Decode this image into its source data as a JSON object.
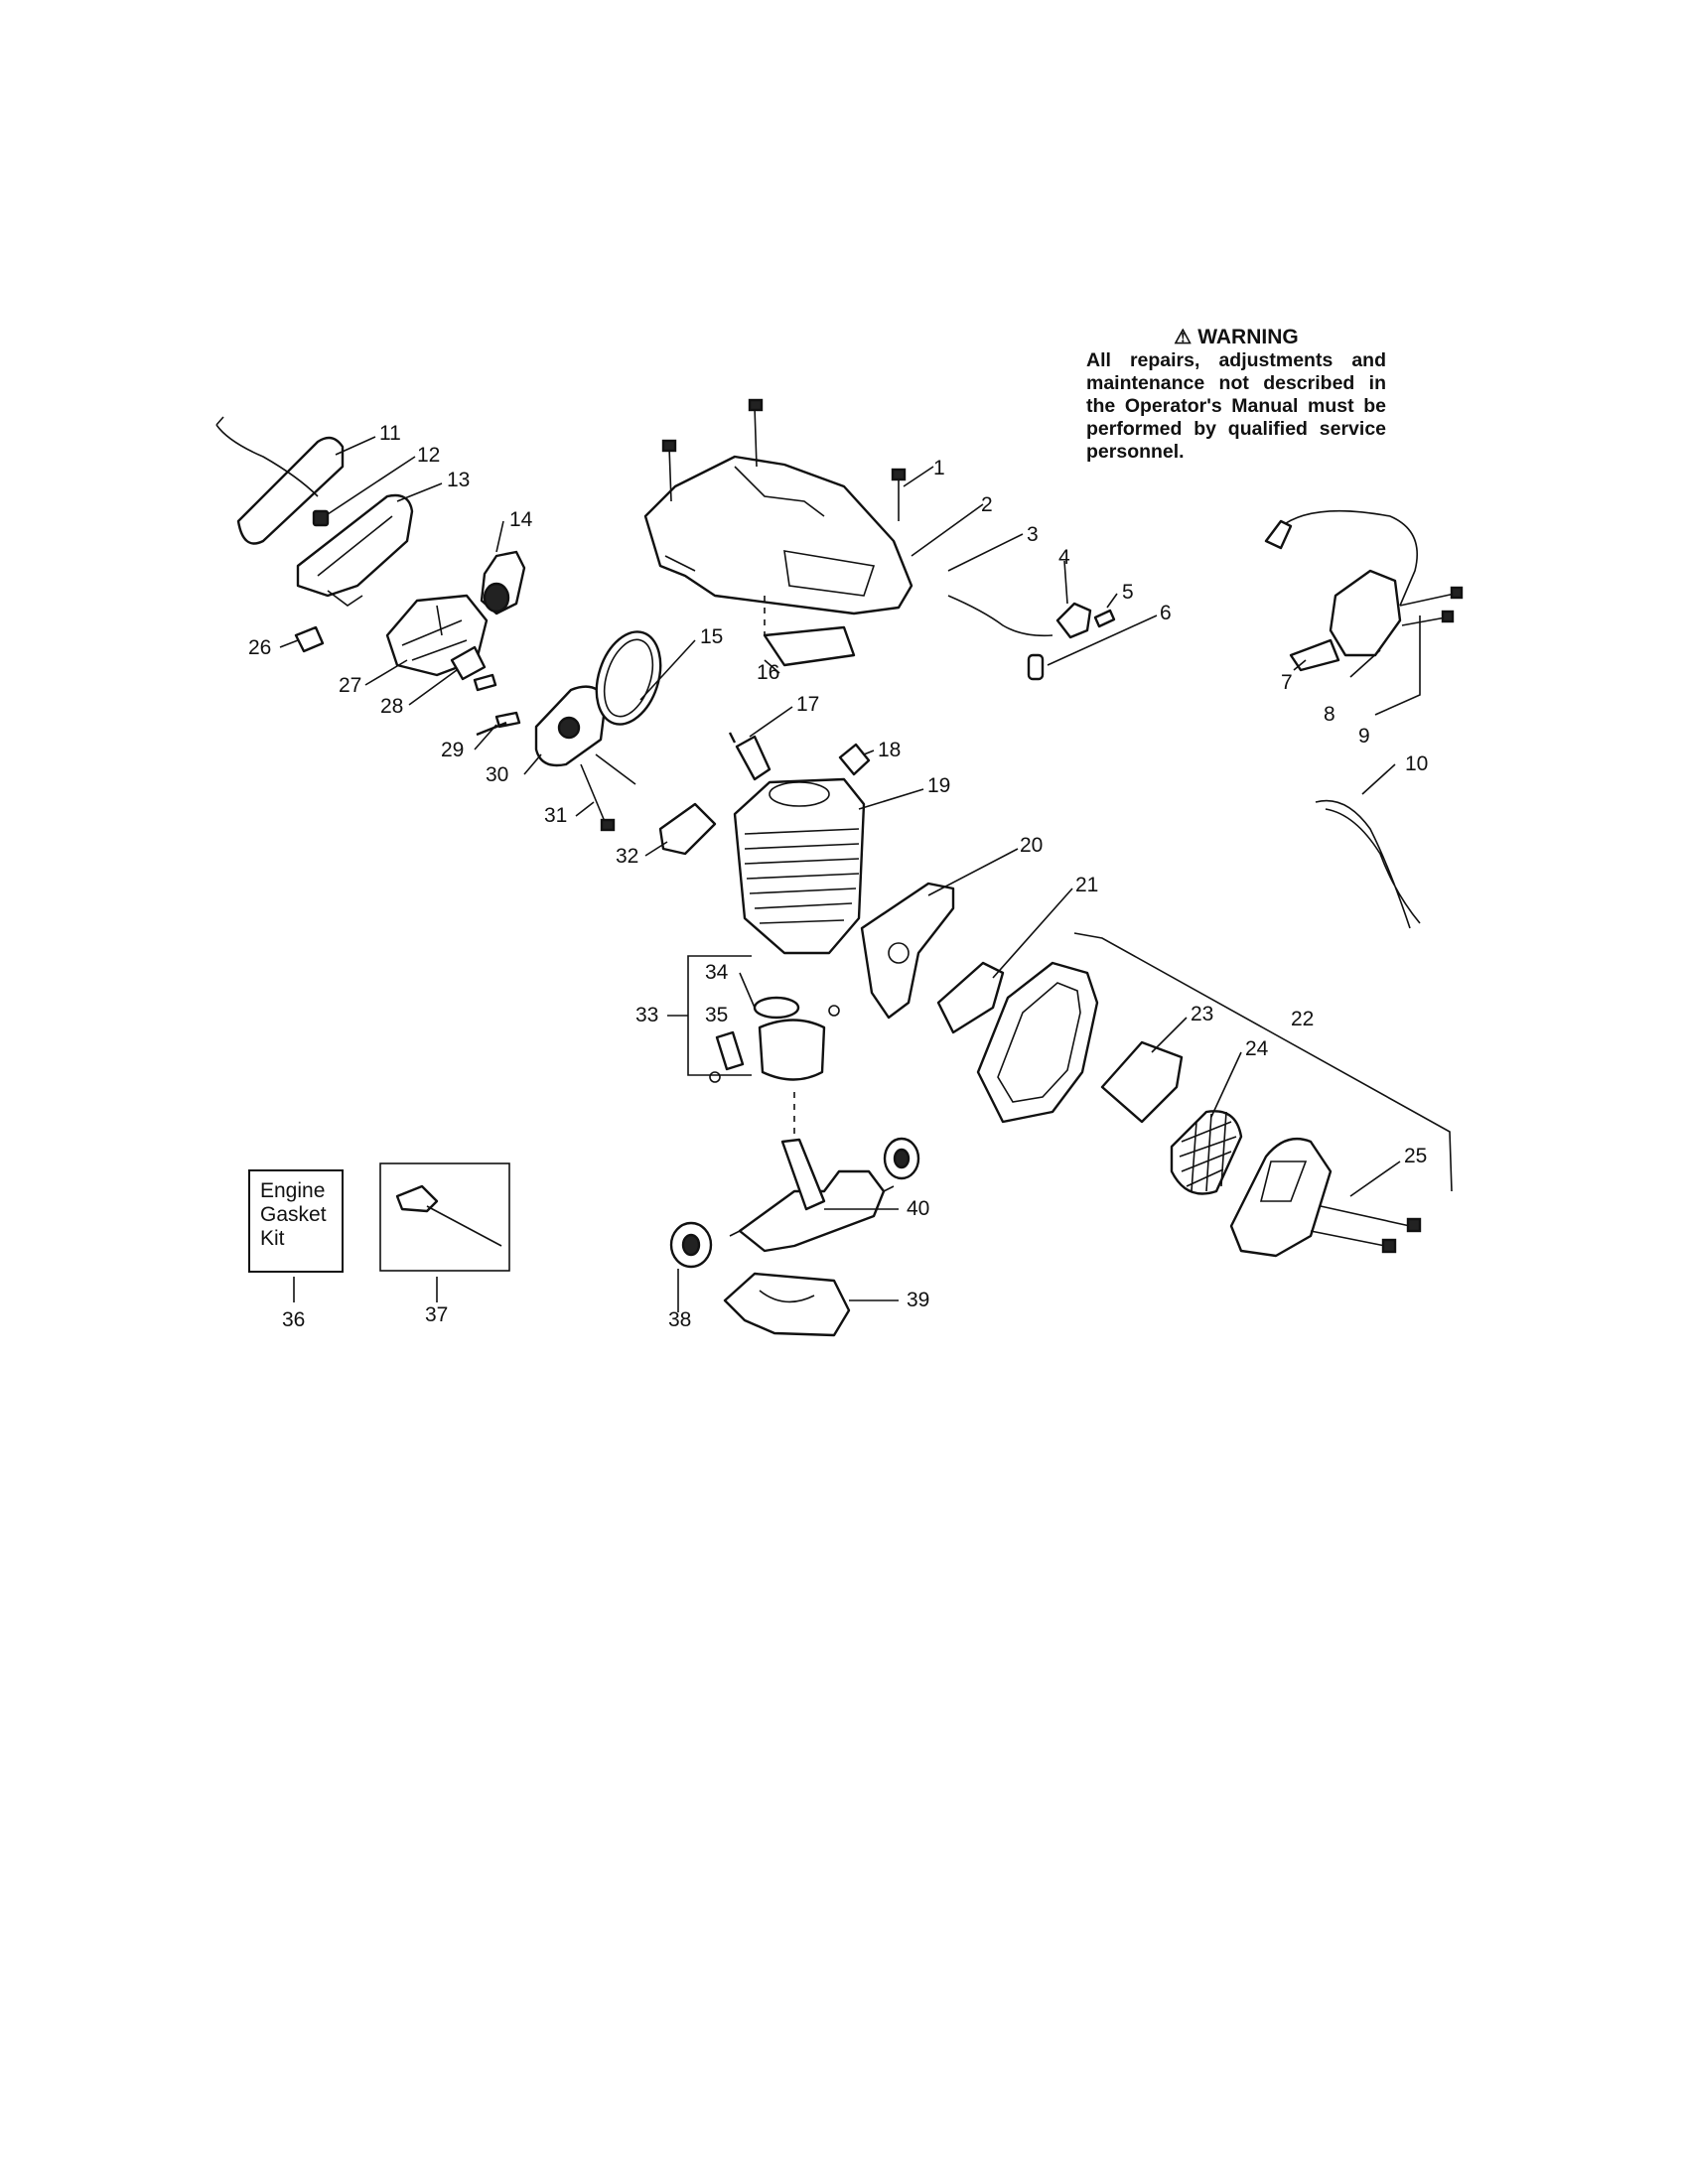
{
  "warning": {
    "icon": "warning-triangle-icon",
    "title": "WARNING",
    "lines": [
      "All repairs, adjustments and",
      "maintenance not described in",
      "the Operator's Manual must",
      "be performed by qualified",
      "service personnel."
    ]
  },
  "kit_box": {
    "lines": [
      "Engine",
      "Gasket",
      "Kit"
    ]
  },
  "part_numbers": {
    "p1": "1",
    "p2": "2",
    "p3": "3",
    "p4": "4",
    "p5": "5",
    "p6": "6",
    "p7": "7",
    "p8": "8",
    "p9": "9",
    "p10": "10",
    "p11": "11",
    "p12": "12",
    "p13": "13",
    "p14": "14",
    "p15": "15",
    "p16": "16",
    "p17": "17",
    "p18": "18",
    "p19": "19",
    "p20": "20",
    "p21": "21",
    "p22": "22",
    "p23": "23",
    "p24": "24",
    "p25": "25",
    "p26": "26",
    "p27": "27",
    "p28": "28",
    "p29": "29",
    "p30": "30",
    "p31": "31",
    "p32": "32",
    "p33": "33",
    "p34": "34",
    "p35": "35",
    "p36": "36",
    "p37": "37",
    "p38": "38",
    "p39": "39",
    "p40": "40"
  }
}
